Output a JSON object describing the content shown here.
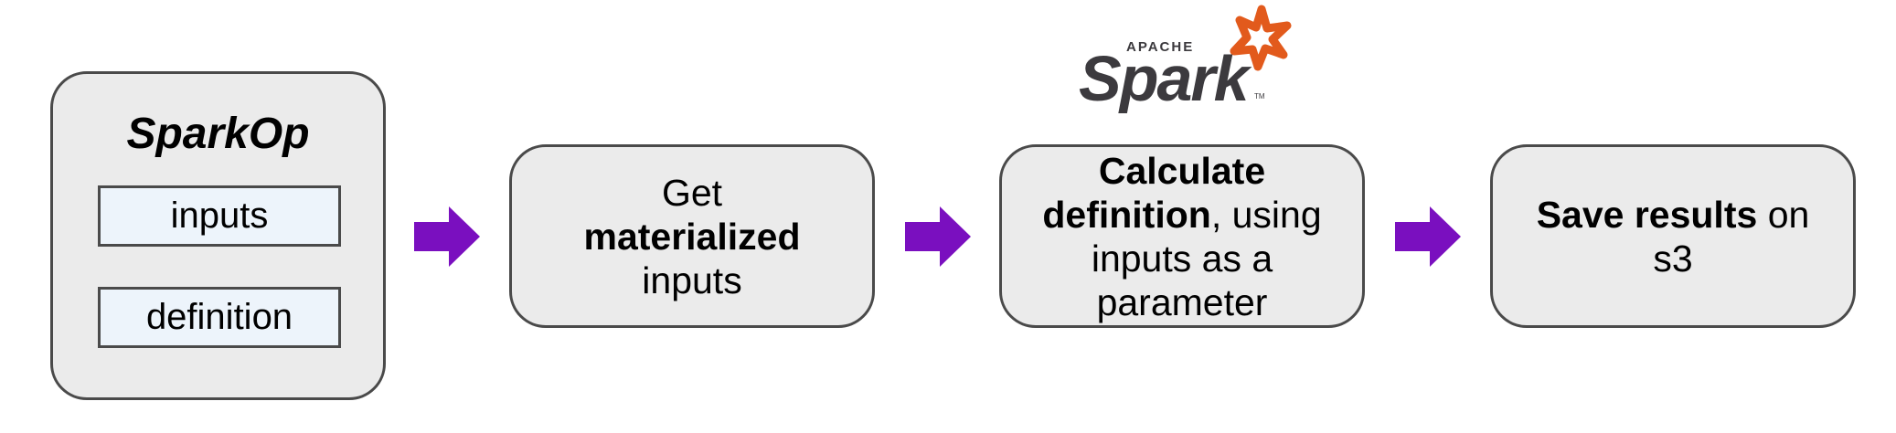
{
  "sparkop": {
    "title": "SparkOp",
    "fields": [
      "inputs",
      "definition"
    ]
  },
  "steps": {
    "materialize": {
      "line1": "Get",
      "line2_bold": "materialized",
      "line3": "inputs"
    },
    "calculate": {
      "line1_bold": "Calculate",
      "line2_bold": "definition",
      "line2_rest": ", using",
      "line3": "inputs as a",
      "line4": "parameter"
    },
    "save": {
      "line1_bold": "Save results",
      "line1_rest": " on",
      "line2": "s3"
    }
  },
  "logo": {
    "apache": "APACHE",
    "spark": "Spark",
    "tm": "TM"
  },
  "colors": {
    "arrow": "#7a0fbf",
    "box_fill": "#ebebeb",
    "field_fill": "#edf4fb",
    "border": "#4a4a4a",
    "logo_orange": "#e25a1c",
    "logo_gray": "#3c3a3e"
  }
}
